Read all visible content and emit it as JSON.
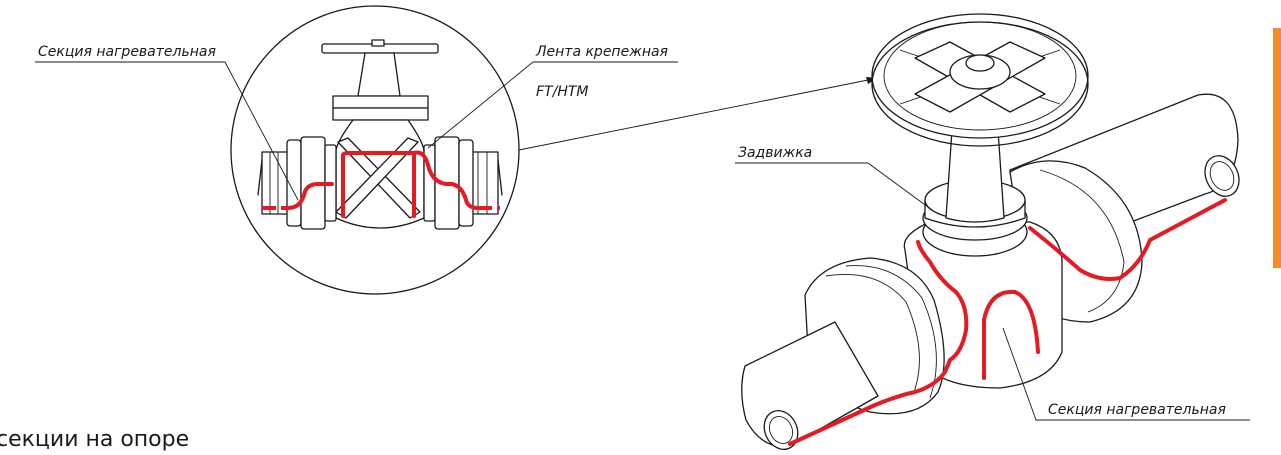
{
  "labels": {
    "detail_heating_section": "Секция нагревательная",
    "detail_tape_line1": "Лента крепежная",
    "detail_tape_line2": "FT/HTM",
    "valve_name": "Задвижка",
    "valve_heating_section": "Секция нагревательная",
    "bottom_heading": "секции на опоре"
  },
  "colors": {
    "heating_cable": "#e31b23",
    "line": "#1a1a1a",
    "page_tab": "#f28c28",
    "background": "#ffffff"
  }
}
